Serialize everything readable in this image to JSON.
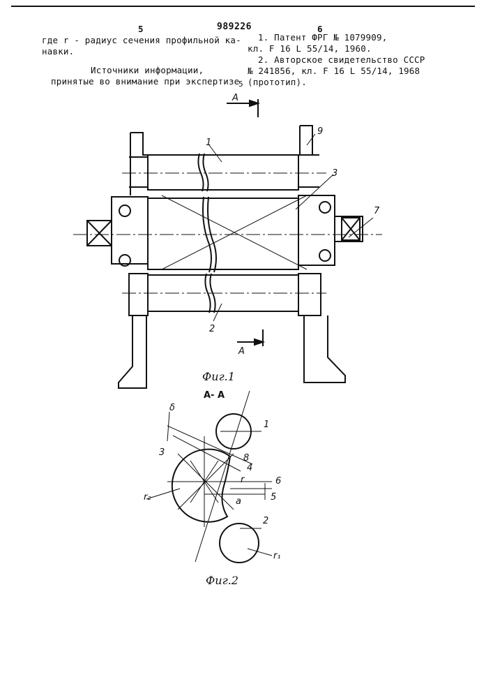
{
  "header": {
    "page_left": "5",
    "doc_number": "989226",
    "page_right": "6"
  },
  "left_column": {
    "line1": "где  r - радиус сечения профильной ка-",
    "line2": "навки.",
    "sources_title": "Источники информации,",
    "sources_sub": "принятые во внимание при экспертизе",
    "line_marker": "5"
  },
  "right_column": {
    "ref1_line1": "1. Патент ФРГ № 1079909,",
    "ref1_line2": "кл. F 16 L 55/14, 1960.",
    "ref2_line1": "2. Авторское свидетельство СССР",
    "ref2_line2": "№ 241856, кл. F 16 L 55/14, 1968",
    "ref2_line3": "(прототип)."
  },
  "figure1": {
    "caption": "Фиг.1",
    "section_top": "A",
    "section_bottom": "A",
    "labels": {
      "l1": "1",
      "l2": "2",
      "l3": "3",
      "l7": "7",
      "l9": "9"
    }
  },
  "figure2": {
    "caption": "Фиг.2",
    "section_title": "А- А",
    "labels": {
      "l1": "1",
      "l2": "2",
      "l3": "3",
      "l4": "4",
      "l5": "5",
      "l6": "6",
      "l8": "8",
      "delta": "δ",
      "r": "r",
      "r1": "r₁",
      "r2": "r₂",
      "a": "a"
    }
  }
}
